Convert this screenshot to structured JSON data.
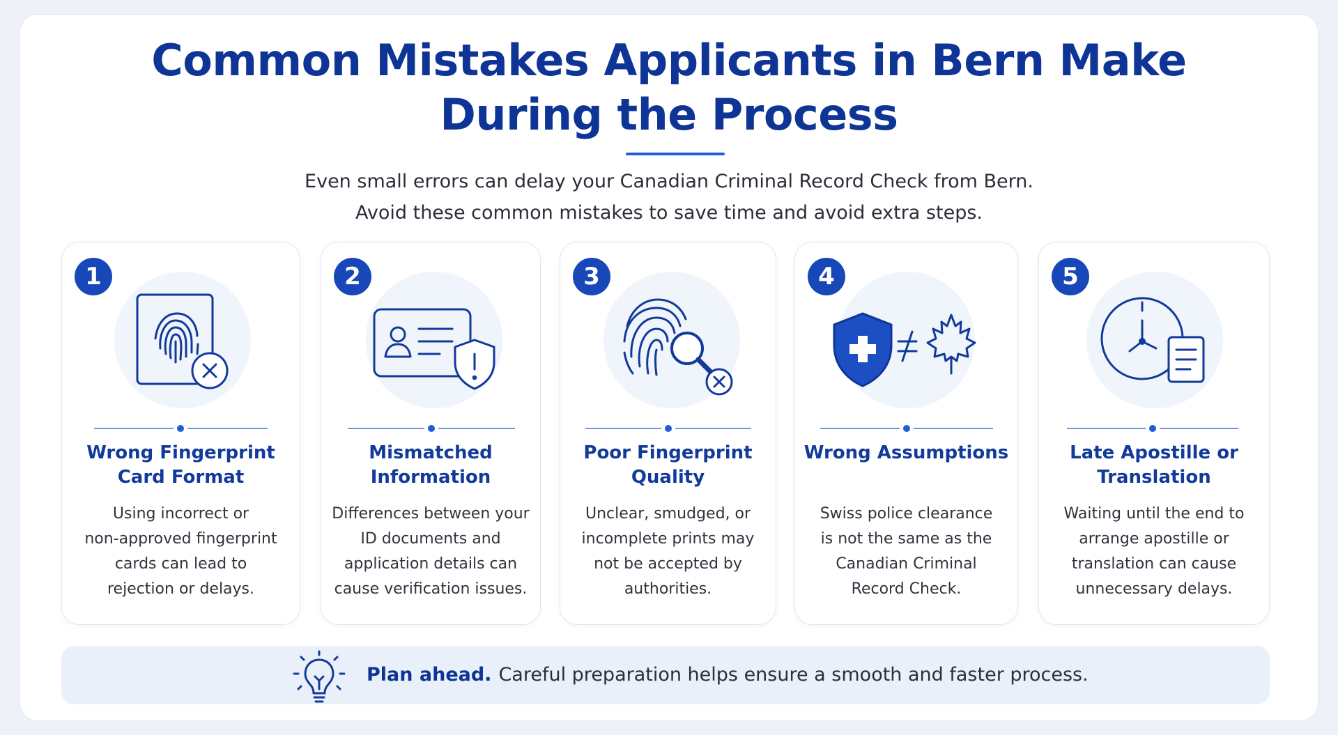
{
  "header": {
    "title_line1": "Common Mistakes Applicants in Bern Make",
    "title_line2": "During the Process",
    "subtitle_line1": "Even small errors can delay your Canadian Criminal Record Check from Bern.",
    "subtitle_line2": "Avoid these common mistakes to save time and avoid extra steps."
  },
  "cards": [
    {
      "number": "1",
      "icon": "fingerprint-card-x-icon",
      "title_line1": "Wrong Fingerprint",
      "title_line2": "Card Format",
      "desc": [
        "Using incorrect or",
        "non-approved fingerprint",
        "cards can lead to",
        "rejection or delays."
      ]
    },
    {
      "number": "2",
      "icon": "id-card-shield-alert-icon",
      "title_line1": "Mismatched",
      "title_line2": "Information",
      "desc": [
        "Differences between your",
        "ID documents and",
        "application details can",
        "cause verification issues."
      ]
    },
    {
      "number": "3",
      "icon": "fingerprint-magnifier-x-icon",
      "title_line1": "Poor Fingerprint",
      "title_line2": "Quality",
      "desc": [
        "Unclear, smudged, or",
        "incomplete prints may",
        "not be accepted by",
        "authorities."
      ]
    },
    {
      "number": "4",
      "icon": "swiss-shield-not-equal-maple-leaf-icon",
      "title_line1": "Wrong Assumptions",
      "title_line2": "",
      "desc": [
        "Swiss police clearance",
        "is not the same as the",
        "Canadian Criminal",
        "Record Check."
      ]
    },
    {
      "number": "5",
      "icon": "clock-document-icon",
      "title_line1": "Late Apostille or",
      "title_line2": "Translation",
      "desc": [
        "Waiting until the end to",
        "arrange apostille or",
        "translation can cause",
        "unnecessary delays."
      ]
    }
  ],
  "footer": {
    "icon": "lightbulb-icon",
    "strong": "Plan ahead.",
    "text": "Careful preparation helps ensure a smooth and faster process."
  },
  "colors": {
    "primary": "#0e3596",
    "accent": "#1f5fd6",
    "badge": "#1747b9",
    "icon_bg": "#f0f4fb",
    "footer_bg": "#eaf0f9"
  }
}
